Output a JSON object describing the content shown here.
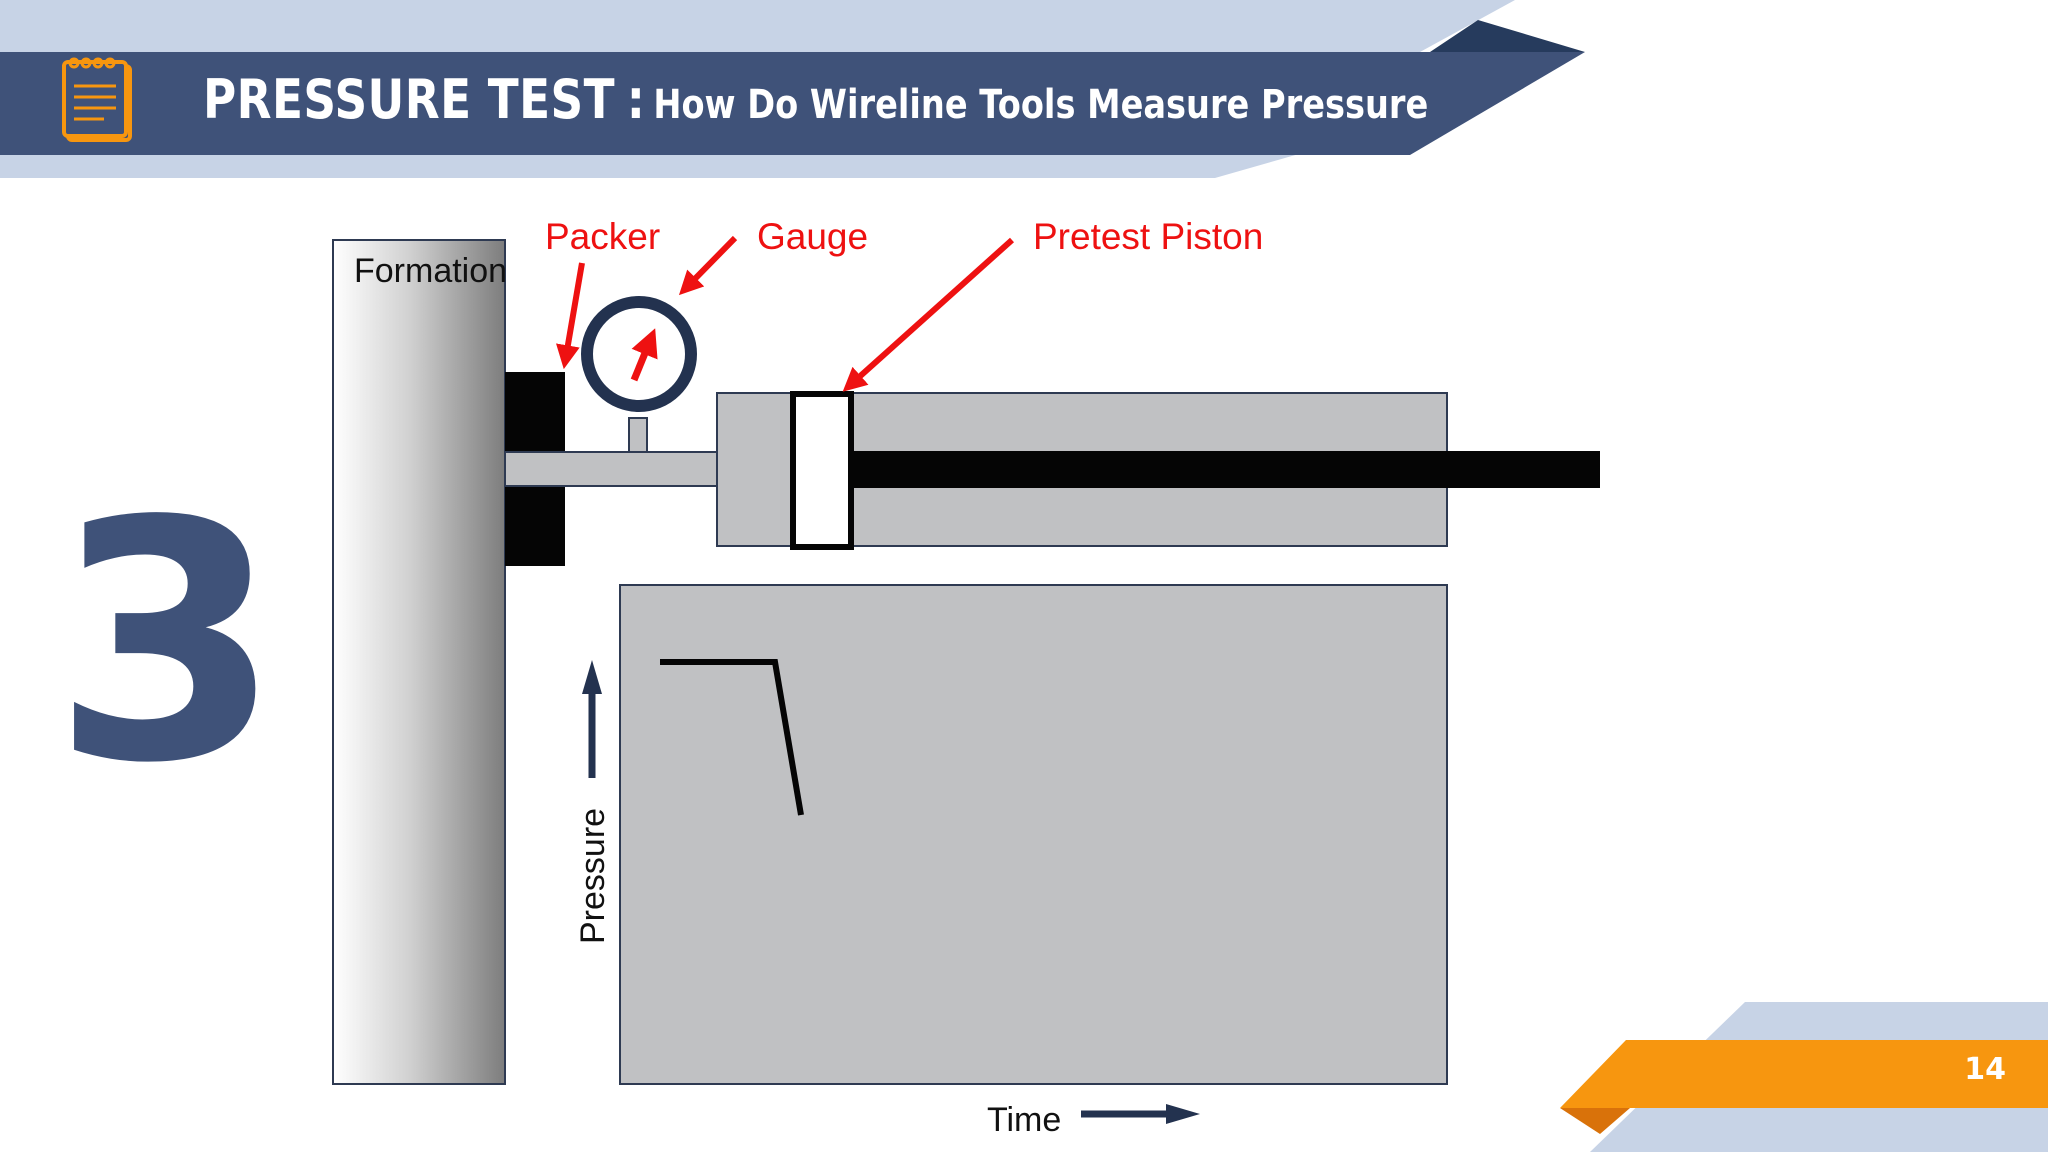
{
  "header": {
    "title": "PRESSURE TEST",
    "separator": ":",
    "subtitle": "How Do Wireline Tools Measure Pressure",
    "icon": "notepad-icon"
  },
  "step_number": "3",
  "page_number": "14",
  "diagram": {
    "labels": {
      "formation": "Formation",
      "packer": "Packer",
      "gauge": "Gauge",
      "pretest_piston": "Pretest Piston"
    },
    "axes": {
      "y_label": "Pressure",
      "x_label": "Time"
    }
  },
  "colors": {
    "header_navy": "#3f5279",
    "header_light": "#c7d3e6",
    "accent_orange": "#f7960f",
    "callout_red": "#ee1111",
    "panel_gray": "#c0c1c3"
  }
}
